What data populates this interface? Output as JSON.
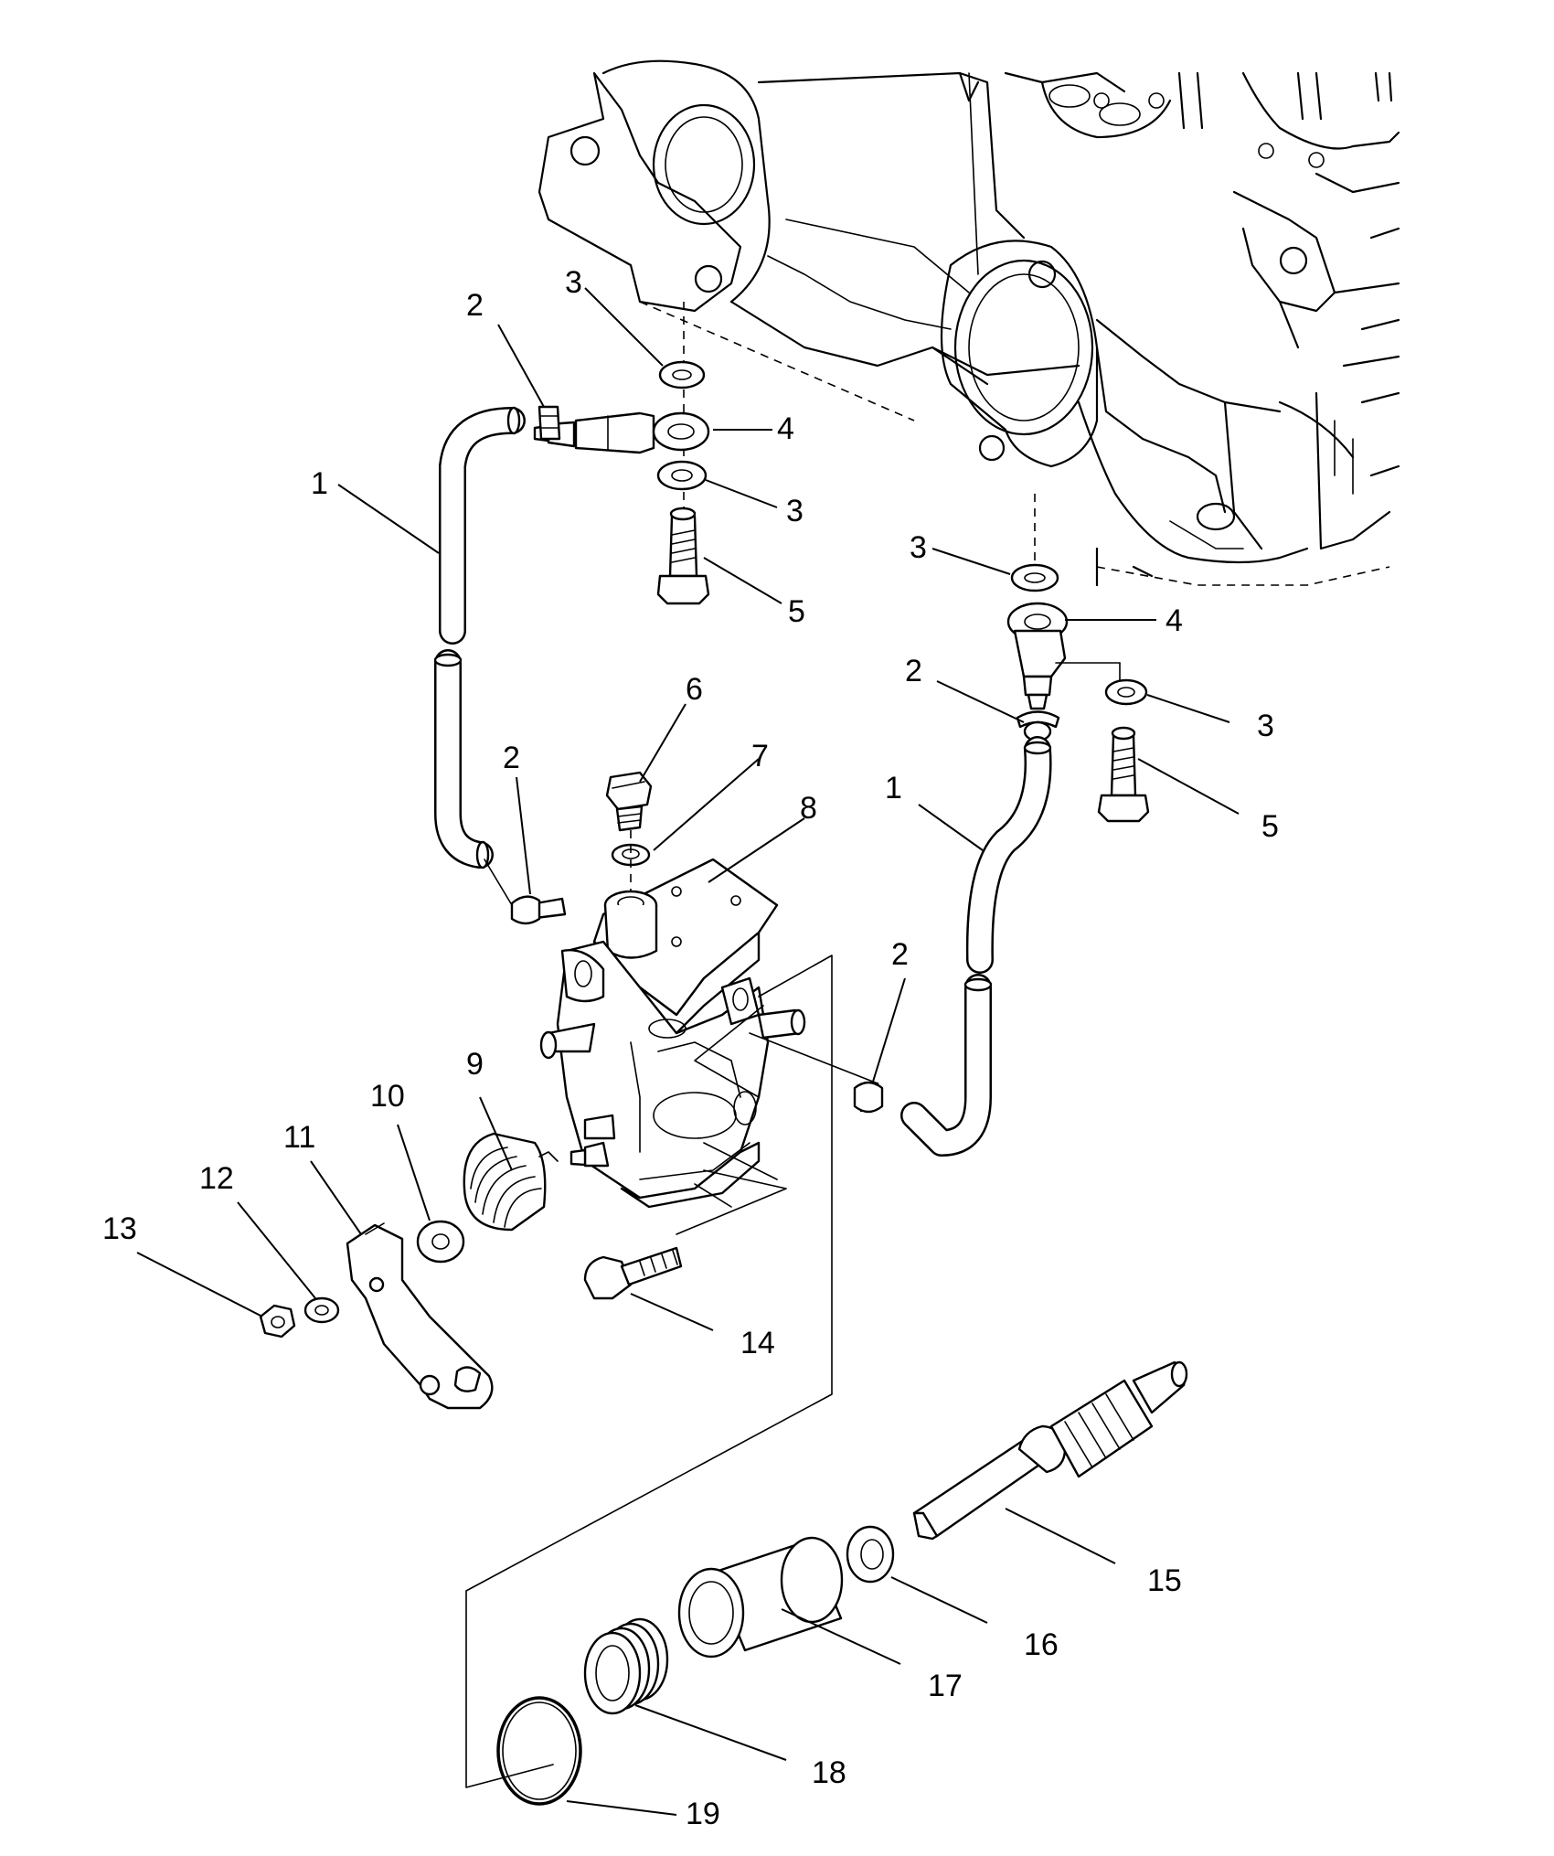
{
  "callouts": [
    {
      "id": "c1a",
      "text": "1"
    },
    {
      "id": "c2a",
      "text": "2"
    },
    {
      "id": "c3a",
      "text": "3"
    },
    {
      "id": "c4a",
      "text": "4"
    },
    {
      "id": "c3b",
      "text": "3"
    },
    {
      "id": "c5a",
      "text": "5"
    },
    {
      "id": "c3c",
      "text": "3"
    },
    {
      "id": "c4b",
      "text": "4"
    },
    {
      "id": "c2b",
      "text": "2"
    },
    {
      "id": "c3d",
      "text": "3"
    },
    {
      "id": "c5b",
      "text": "5"
    },
    {
      "id": "c6",
      "text": "6"
    },
    {
      "id": "c7",
      "text": "7"
    },
    {
      "id": "c8",
      "text": "8"
    },
    {
      "id": "c2c",
      "text": "2"
    },
    {
      "id": "c1b",
      "text": "1"
    },
    {
      "id": "c2d",
      "text": "2"
    },
    {
      "id": "c9",
      "text": "9"
    },
    {
      "id": "c10",
      "text": "10"
    },
    {
      "id": "c11",
      "text": "11"
    },
    {
      "id": "c12",
      "text": "12"
    },
    {
      "id": "c13",
      "text": "13"
    },
    {
      "id": "c14",
      "text": "14"
    },
    {
      "id": "c15",
      "text": "15"
    },
    {
      "id": "c16",
      "text": "16"
    },
    {
      "id": "c17",
      "text": "17"
    },
    {
      "id": "c18",
      "text": "18"
    },
    {
      "id": "c19",
      "text": "19"
    }
  ]
}
